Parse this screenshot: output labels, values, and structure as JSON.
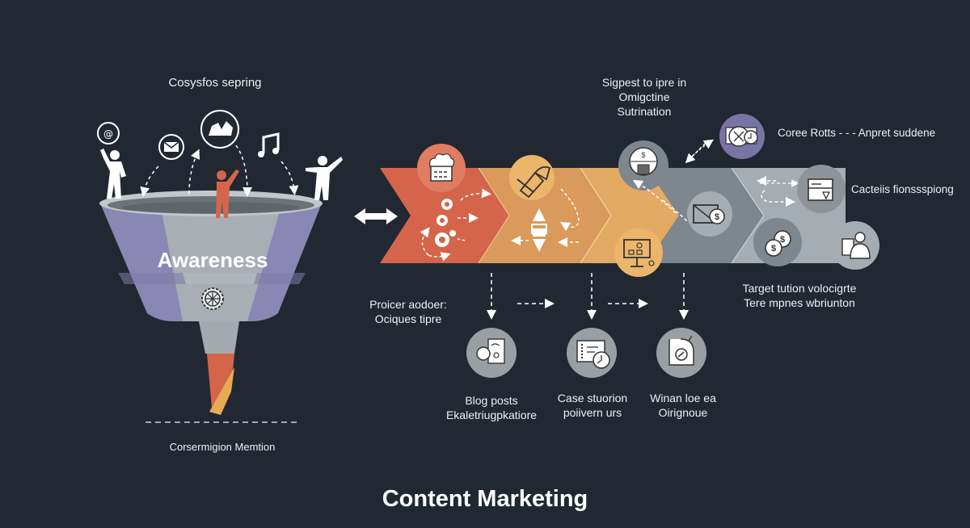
{
  "title": "Content Marketing",
  "colors": {
    "background": "#222831",
    "stage1": "#d4654a",
    "stage2": "#d99a5b",
    "stage3": "#e3aa63",
    "stage4": "#7e868e",
    "stage5": "#a5acb2",
    "funnel_outer": "#8a87b4",
    "funnel_inner": "#a8aeb4",
    "funnel_tip": "#d4654a",
    "funnel_tip_accent": "#e9aa55",
    "purple_circle": "#7a74a6",
    "gray_circle": "#8d9399"
  },
  "funnel": {
    "top_label": "Cosysfos sepring",
    "stage_label": "Awareness",
    "bottom_label": "Corsermigion Memtion",
    "top_icons": [
      "info-circle-icon",
      "email-icon",
      "hands-icon",
      "music-note-icon"
    ],
    "figures": [
      "person-left-icon",
      "person-center-icon",
      "person-right-icon"
    ]
  },
  "connector": {
    "icon": "double-arrow-icon"
  },
  "pipeline": {
    "stages": [
      {
        "name": "stage-1",
        "icon": "calendar-cloud-icon",
        "sub_icons": [
          "gear-icon",
          "gear-icon",
          "gear-target-icon"
        ]
      },
      {
        "name": "stage-2",
        "icon": "tools-icon",
        "sub_icons": [
          "workflow-icon"
        ]
      },
      {
        "name": "stage-3",
        "icon": "presentation-board-icon",
        "top_icon": "money-team-icon"
      },
      {
        "name": "stage-4",
        "icon": "money-envelope-icon"
      },
      {
        "name": "stage-5",
        "icon": "coins-icon",
        "side_icons": [
          "form-download-icon",
          "person-card-icon"
        ]
      }
    ],
    "top_label": [
      "Sigpest to ipre in",
      "Omigctine",
      "Sutrination"
    ],
    "chat_label": "Coree Rotts - - - Anpret suddene",
    "chat_icon": "chat-clock-icon",
    "right_label_1": "Cacteiis fionssspiong",
    "right_label_2": [
      "Target tution volocigrte",
      "Tere mpnes wbriunton"
    ]
  },
  "outputs": {
    "left_label": [
      "Proicer aodoer:",
      "Ociques tipre"
    ],
    "items": [
      {
        "icon": "blog-posts-icon",
        "label": [
          "Blog posts",
          "Ekaletriugpkatiore"
        ]
      },
      {
        "icon": "case-study-icon",
        "label": [
          "Case stuorion",
          "poiivern urs"
        ]
      },
      {
        "icon": "webinar-icon",
        "label": [
          "Winan loe ea",
          "Oirignoue"
        ]
      }
    ]
  }
}
